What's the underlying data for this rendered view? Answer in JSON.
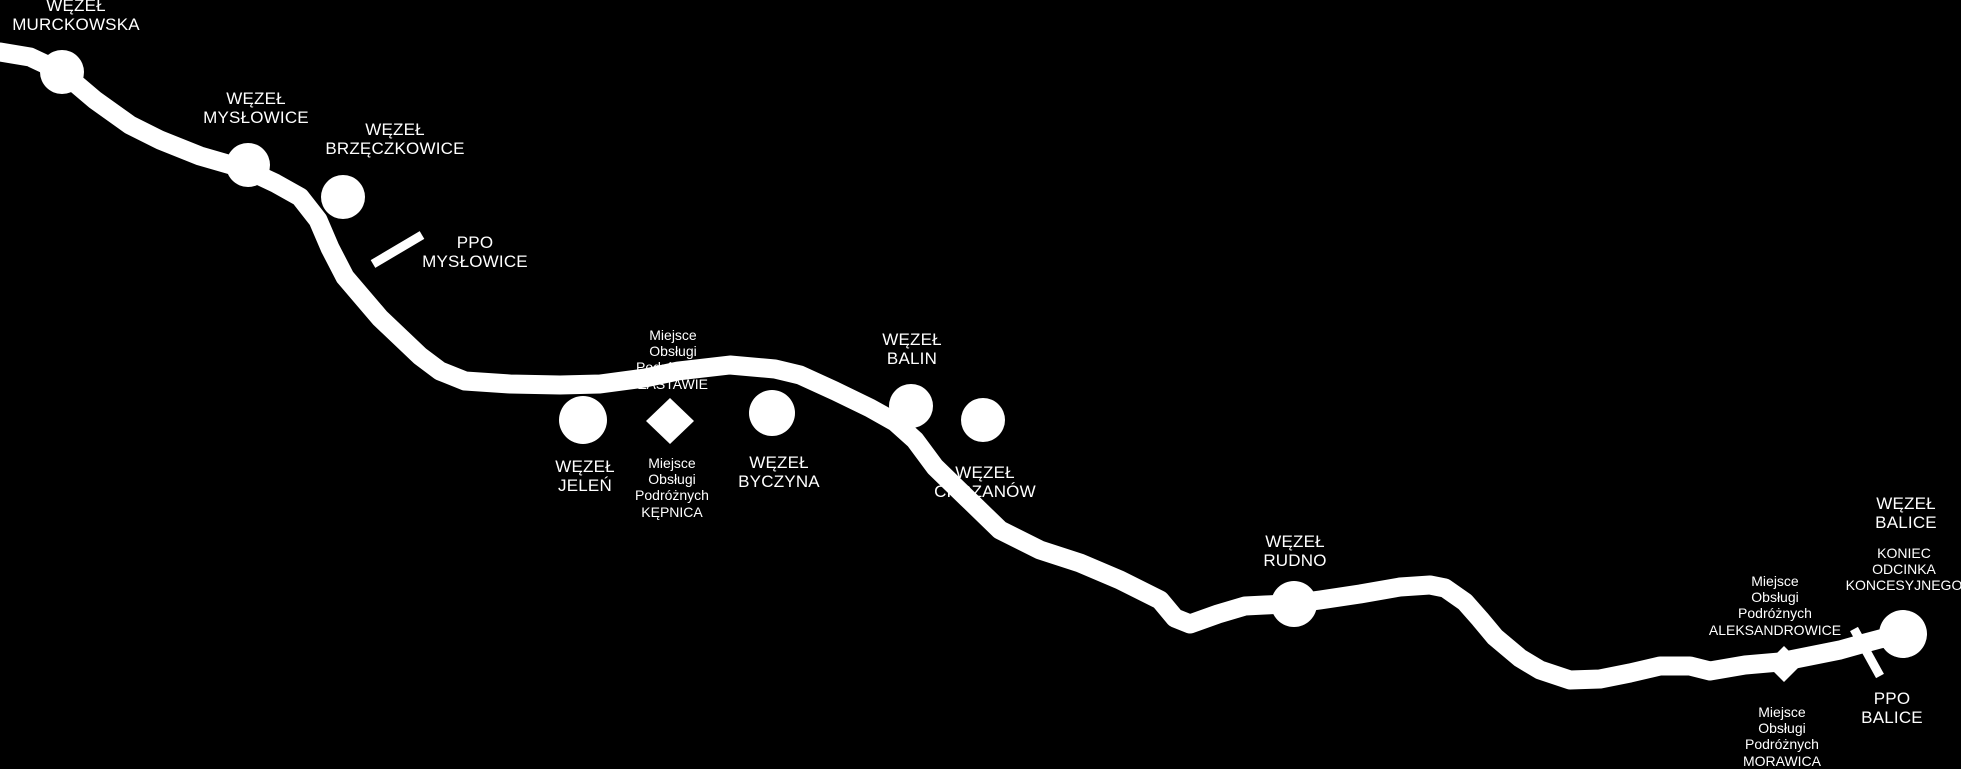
{
  "colors": {
    "background": "#000000",
    "route": "#ffffff",
    "text": "#ffffff"
  },
  "labels": {
    "murckowska": [
      "WĘZEŁ",
      "MURCKOWSKA"
    ],
    "myslowice": [
      "WĘZEŁ",
      "MYSŁOWICE"
    ],
    "brzeczkowice": [
      "WĘZEŁ",
      "BRZĘCZKOWICE"
    ],
    "ppo_myslowice": [
      "PPO",
      "MYSŁOWICE"
    ],
    "mop_zastawie": [
      "Miejsce",
      "Obsługi",
      "Podróżnych",
      "ZASTAWIE"
    ],
    "jelen": [
      "WĘZEŁ",
      "JELEŃ"
    ],
    "mop_kepnica": [
      "Miejsce",
      "Obsługi",
      "Podróżnych",
      "KĘPNICA"
    ],
    "byczyna": [
      "WĘZEŁ",
      "BYCZYNA"
    ],
    "balin": [
      "WĘZEŁ",
      "BALIN"
    ],
    "chrzanow": [
      "WĘZEŁ",
      "CHRZANÓW"
    ],
    "rudno": [
      "WĘZEŁ",
      "RUDNO"
    ],
    "balice": [
      "WĘZEŁ",
      "BALICE"
    ],
    "koniec": [
      "KONIEC",
      "ODCINKA",
      "KONCESYJNEGO"
    ],
    "mop_aleksandrowice": [
      "Miejsce",
      "Obsługi",
      "Podróżnych",
      "ALEKSANDROWICE"
    ],
    "ppo_balice": [
      "PPO",
      "BALICE"
    ],
    "mop_morawica": [
      "Miejsce",
      "Obsługi",
      "Podróżnych",
      "MORAWICA"
    ]
  }
}
